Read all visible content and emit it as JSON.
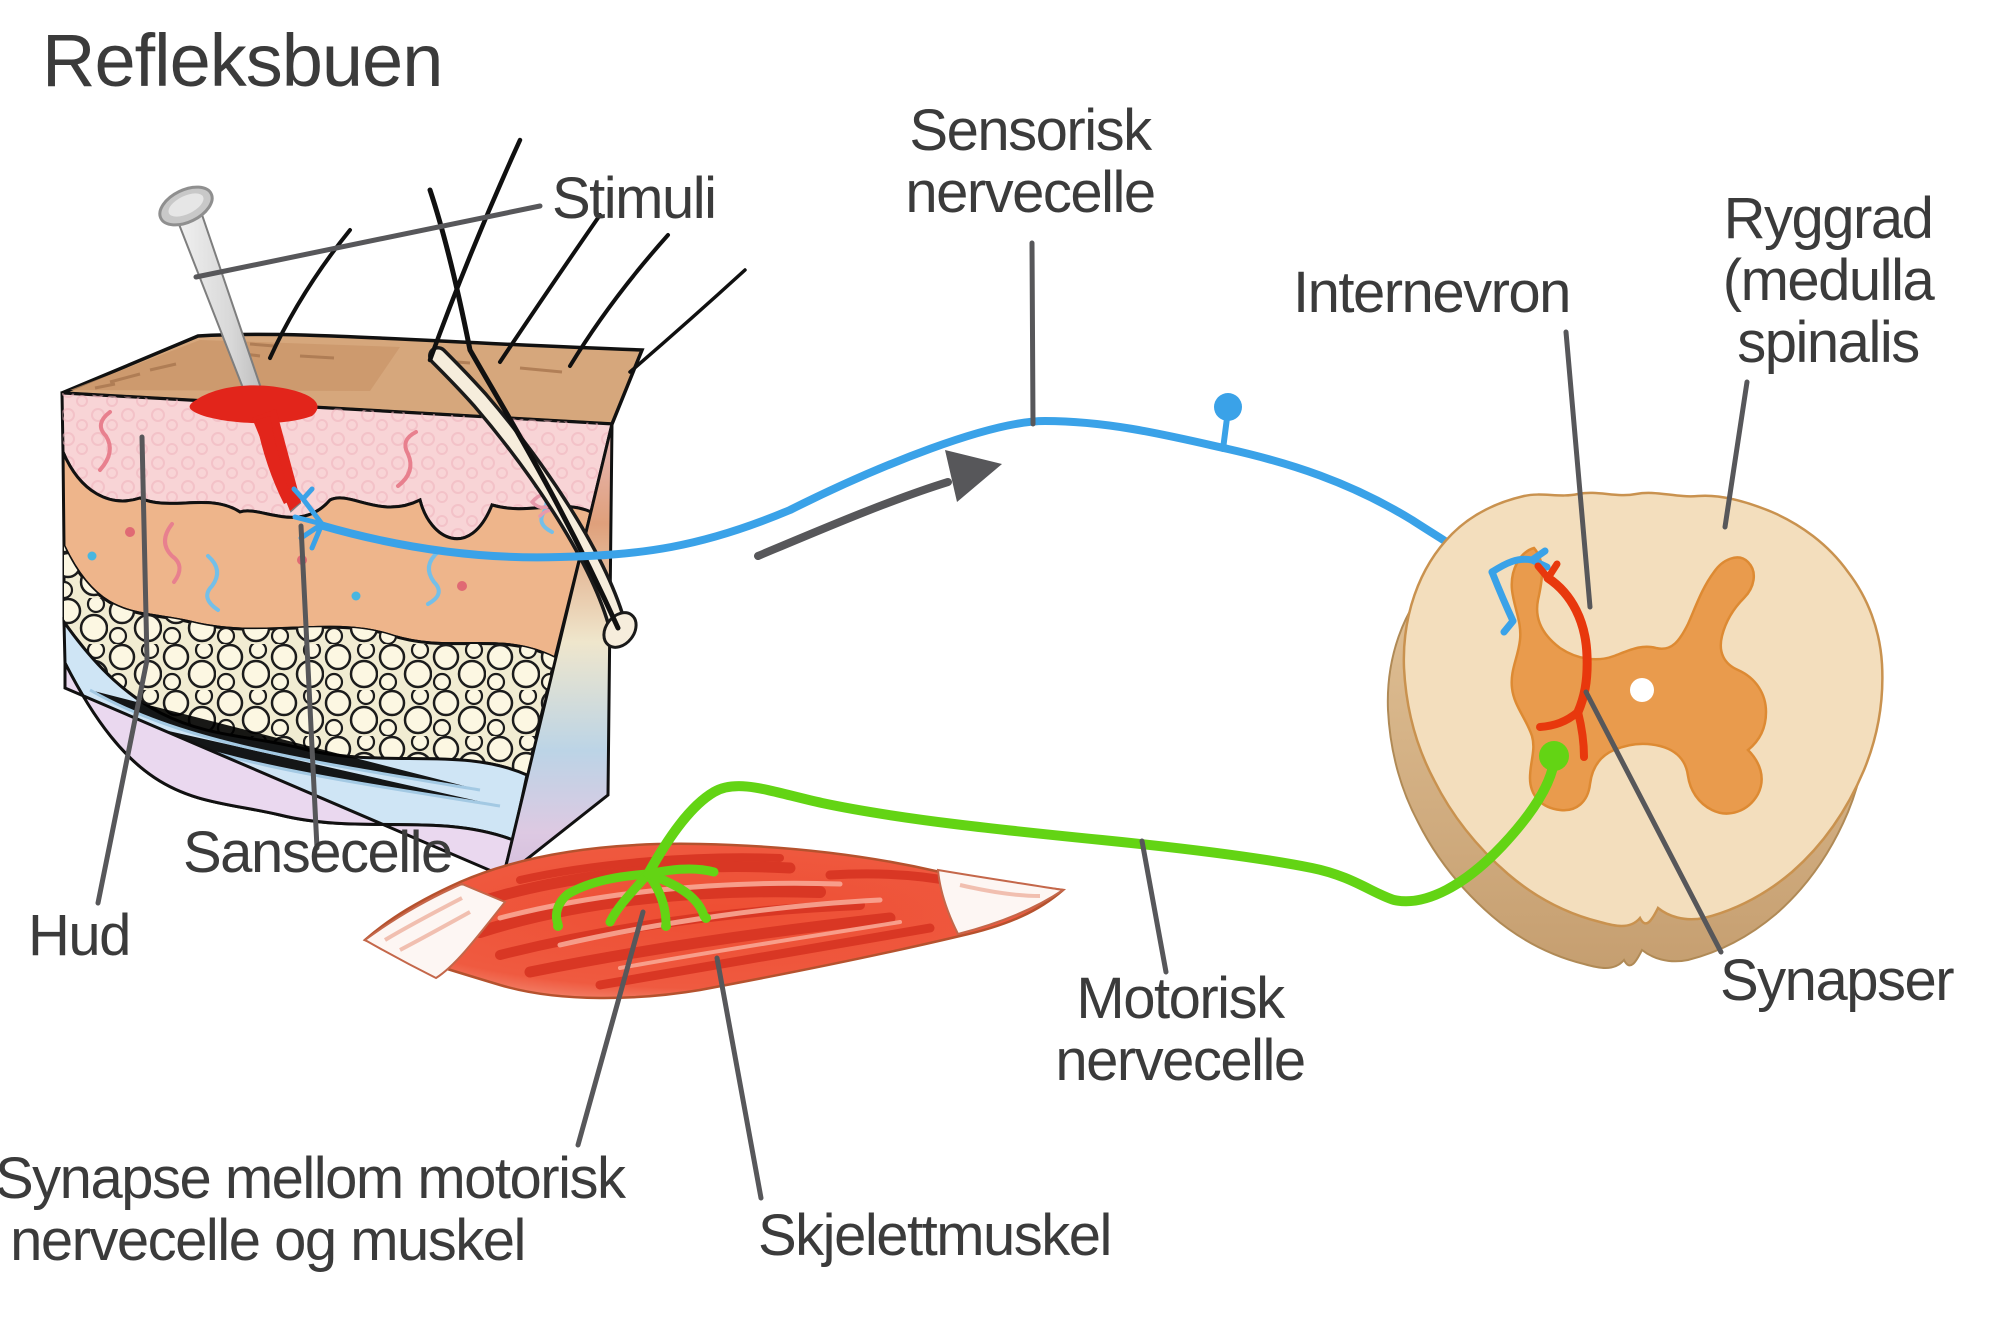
{
  "title": "Refleksbuen",
  "labels": {
    "stimuli": "Stimuli",
    "hud": "Hud",
    "sansecelle": "Sansecelle",
    "sensory": {
      "line1": "Sensorisk",
      "line2": "nervecelle"
    },
    "internevron": "Internevron",
    "ryggrad": {
      "line1": "Ryggrad",
      "line2": "(medulla",
      "line3": "spinalis"
    },
    "synapser": "Synapser",
    "motor": {
      "line1": "Motorisk",
      "line2": "nervecelle"
    },
    "synapse_muscle": {
      "line1": "Synapse mellom motorisk",
      "line2": "nervecelle og muskel"
    },
    "skjelettmuskel": "Skjelettmuskel"
  },
  "colors": {
    "sensory_neuron": "#3aa2e8",
    "motor_neuron": "#63d414",
    "interneuron": "#e8380d",
    "pointer_line": "#57575a",
    "text": "#3b3b3b",
    "spinal_cord_outer": "#f3debd",
    "spinal_cord_side": "#d9b88b",
    "spinal_gray_matter": "#e99b4d",
    "muscle_red": "#ee4e33",
    "muscle_fiber": "#d93724",
    "tendon_white": "#fdf6f3",
    "skin_top": "#d6a77c",
    "skin_epidermis": "#f8d4d6",
    "skin_dermis": "#eeb58b",
    "skin_fat": "#f1ecd2",
    "skin_fascia": "#cfe5f5",
    "skin_deep": "#ead8ef",
    "blood": "#e2251b",
    "nail_silver": "#cccccc"
  }
}
